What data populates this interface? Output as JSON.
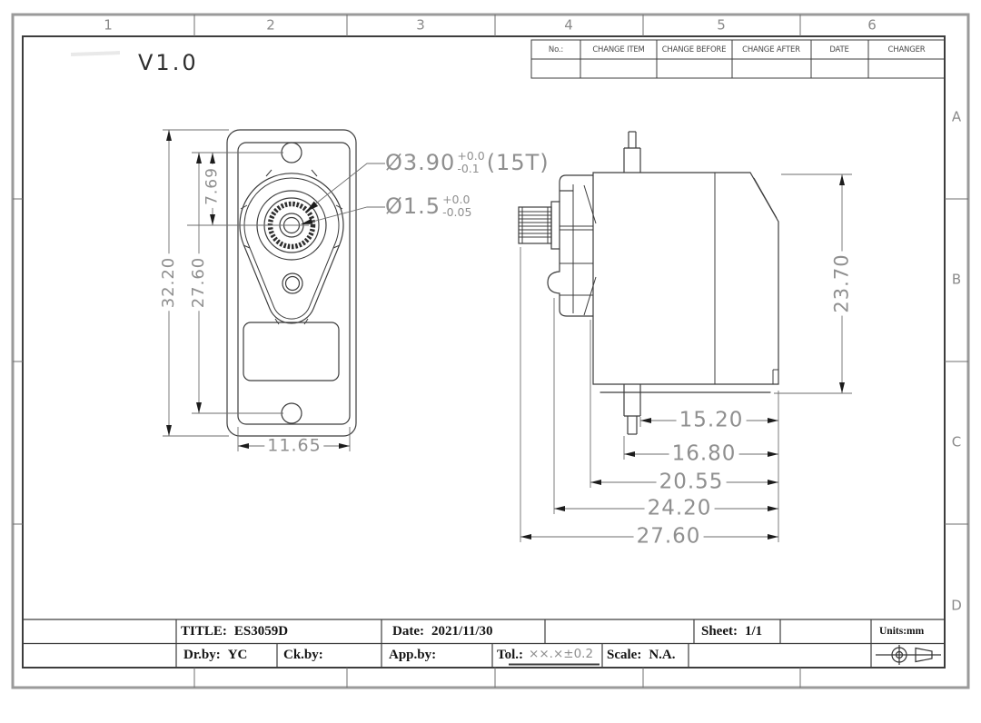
{
  "sheet": {
    "version": "V1.0",
    "zone_columns": [
      "1",
      "2",
      "3",
      "4",
      "5",
      "6"
    ],
    "zone_rows": [
      "A",
      "B",
      "C",
      "D"
    ]
  },
  "revision_table": {
    "headers": [
      "No.:",
      "CHANGE ITEM",
      "CHANGE BEFORE",
      "CHANGE AFTER",
      "DATE",
      "CHANGER"
    ]
  },
  "title_block": {
    "title_label": "TITLE:",
    "title_value": "ES3059D",
    "date_label": "Date:",
    "date_value": "2021/11/30",
    "sheet_label": "Sheet:",
    "sheet_value": "1/1",
    "units_label": "Units:",
    "units_value": "mm",
    "dr_by_label": "Dr.by:",
    "dr_by_value": "YC",
    "ck_by_label": "Ck.by:",
    "app_by_label": "App.by:",
    "tol_label": "Tol.:",
    "tol_value": "××.×±0.2",
    "scale_label": "Scale:",
    "scale_value": "N.A."
  },
  "dimensions": {
    "front_view": {
      "overall_height": "32.20",
      "mount_hole_spacing": "27.60",
      "hole_to_shaft_center": "7.69",
      "body_width": "11.65",
      "spline_diameter": {
        "main": "Ø3.90",
        "tol_plus": "+0.0",
        "tol_minus": "-0.1",
        "suffix": "(15T)"
      },
      "screw_hole_diameter": {
        "main": "Ø1.5",
        "tol_plus": "+0.0",
        "tol_minus": "-0.05"
      }
    },
    "side_view": {
      "body_height": "23.70",
      "length_body": "15.20",
      "length_flange": "16.80",
      "length_case": "20.55",
      "length_gearbox": "24.20",
      "length_overall": "27.60"
    }
  }
}
